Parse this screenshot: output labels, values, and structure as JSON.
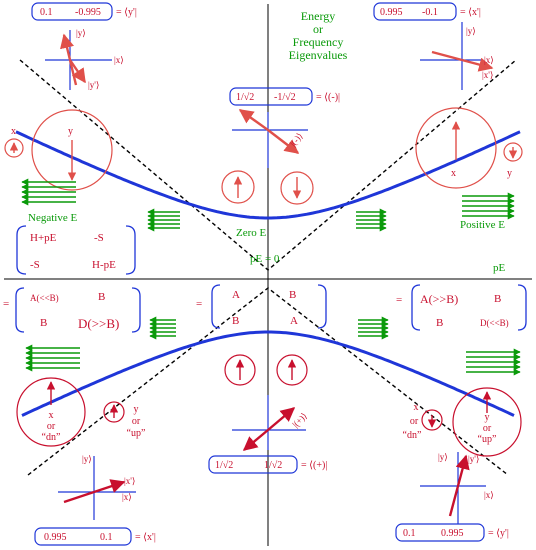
{
  "colors": {
    "curve": "#1f36d8",
    "axis": "#000000",
    "red": "#c8102e",
    "pink": "#e0504a",
    "green": "#0a9a0a"
  },
  "header": {
    "title_lines": [
      "Energy",
      "or",
      "Frequency",
      "Eigenvalues"
    ]
  },
  "upper": {
    "left_vec": {
      "a": "0.1",
      "b": "-0.995",
      "eq": "= ⟨y'|"
    },
    "right_vec": {
      "a": "0.995",
      "b": "-0.1",
      "eq": "= ⟨x'|"
    },
    "center_vec": {
      "a": "1/√2",
      "b": "-1/√2",
      "eq": "= ⟨(-)|"
    },
    "left_axes": {
      "y": "|y⟩",
      "x": "|x⟩",
      "yp": "|y'⟩"
    },
    "right_axes": {
      "y": "|y⟩",
      "x": "|x⟩",
      "xp": "|x'⟩"
    },
    "center_label": "|(-)⟩",
    "left_circle": {
      "small": "x",
      "big": "y"
    },
    "right_circle": {
      "big": "x",
      "small": "y"
    },
    "neg_label": "Negative  E",
    "pos_label": "Positive  E",
    "zero_label": "Zero  E",
    "pe0": "pE = 0",
    "pe": "pE",
    "matrix": {
      "a": "H+pE",
      "b": "-S",
      "c": "-S",
      "d": "H-pE"
    }
  },
  "lower": {
    "left_matrix": {
      "a": "A(<<B)",
      "b": "B",
      "c": "B",
      "d": "D(>>B)"
    },
    "center_matrix": {
      "a": "A",
      "b": "B",
      "c": "B",
      "d": "A"
    },
    "right_matrix": {
      "a": "A(>>B)",
      "b": "B",
      "c": "B",
      "d": "D(<<B)"
    },
    "left_circle": {
      "big_lines": [
        "x",
        "or",
        "“dn”"
      ],
      "small_lines": [
        "y",
        "or",
        "“up”"
      ]
    },
    "right_circle": {
      "small_lines": [
        "x",
        "or",
        "“dn”"
      ],
      "big_lines": [
        "y",
        "or",
        "“up”"
      ]
    },
    "center_vec": {
      "a": "1/√2",
      "b": "1/√2",
      "eq": "= ⟨(+)|"
    },
    "center_label": "|(+)⟩",
    "left_vec": {
      "a": "0.995",
      "b": "0.1",
      "eq": "= ⟨x'|"
    },
    "right_vec": {
      "a": "0.1",
      "b": "0.995",
      "eq": "= ⟨y'|"
    },
    "left_axes": {
      "y": "|y⟩",
      "x": "|x⟩",
      "xp": "|x'⟩"
    },
    "right_axes": {
      "y": "|y⟩",
      "x": "|x⟩",
      "yp": "|y'⟩"
    }
  }
}
